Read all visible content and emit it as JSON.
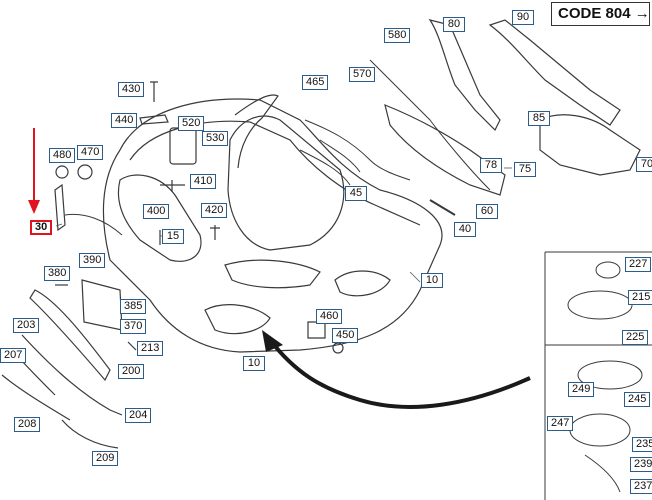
{
  "code_label": "CODE 804",
  "code_arrow": "→",
  "callouts": [
    "580",
    "80",
    "90",
    "570",
    "465",
    "430",
    "520",
    "530",
    "85",
    "440",
    "480",
    "470",
    "410",
    "78",
    "75",
    "45",
    "60",
    "40",
    "400",
    "420",
    "15",
    "30",
    "390",
    "380",
    "385",
    "370",
    "10",
    "460",
    "450",
    "213",
    "203",
    "200",
    "207",
    "204",
    "208",
    "209",
    "227",
    "215",
    "225",
    "249",
    "245",
    "247",
    "235",
    "239",
    "237",
    "70"
  ],
  "colors": {
    "callout_border": "#2a5d8a",
    "selected_border": "#e0141e",
    "pointer_arrow": "#e0141e"
  }
}
